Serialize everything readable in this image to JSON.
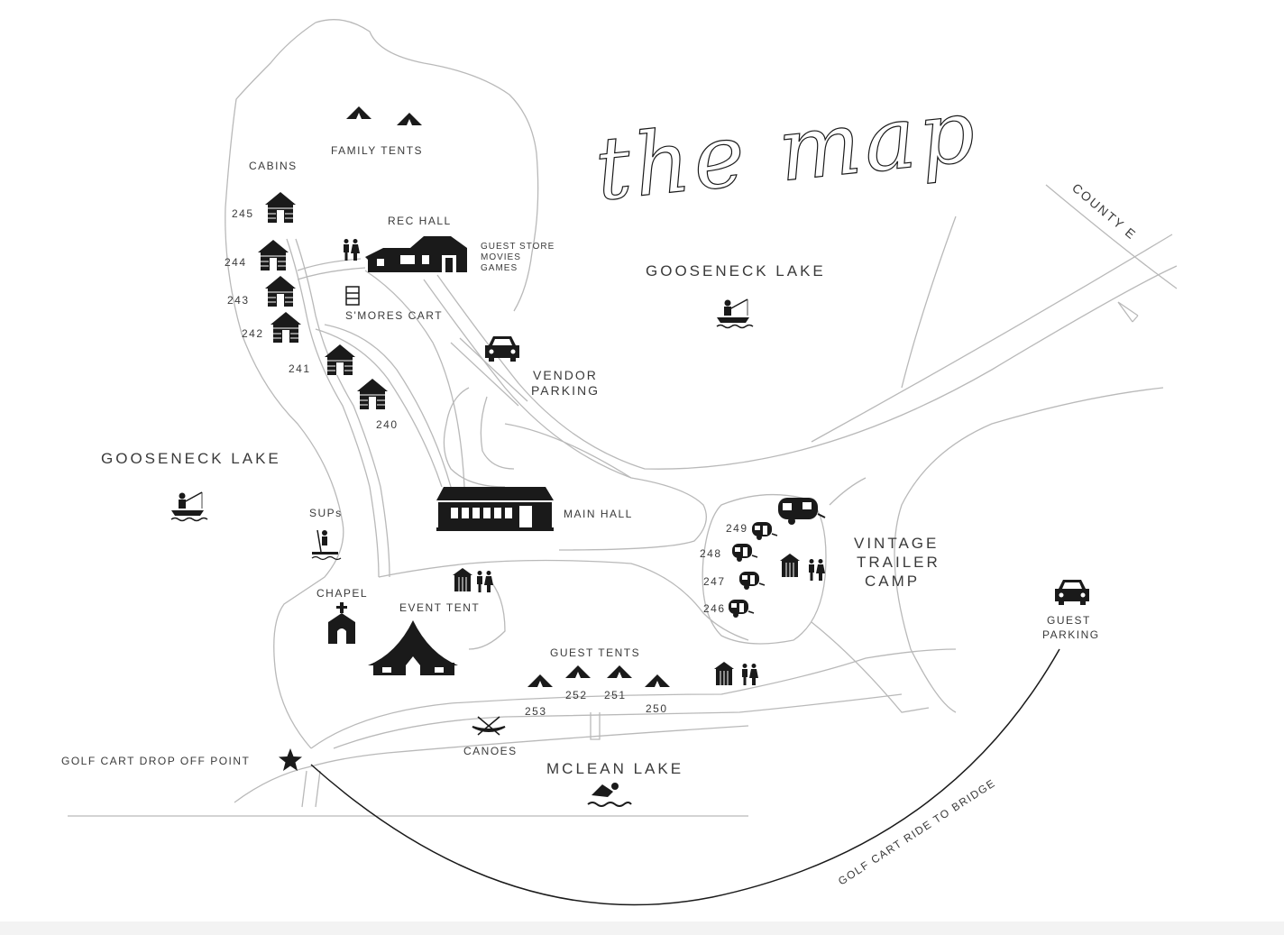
{
  "title": "the map",
  "labels": {
    "family_tents": "FAMILY TENTS",
    "cabins": "CABINS",
    "rec_hall": "REC HALL",
    "guest_store": "GUEST STORE",
    "movies": "MOVIES",
    "games": "GAMES",
    "smores_cart": "S'MORES CART",
    "vendor_parking_1": "VENDOR",
    "vendor_parking_2": "PARKING",
    "gooseneck_lake_east": "GOOSENECK LAKE",
    "gooseneck_lake_west": "GOOSENECK LAKE",
    "county_road": "COUNTY E",
    "main_hall": "MAIN HALL",
    "sups": "SUPs",
    "chapel": "CHAPEL",
    "event_tent": "EVENT TENT",
    "guest_tents": "GUEST TENTS",
    "vintage_1": "VINTAGE",
    "vintage_2": "TRAILER",
    "vintage_3": "CAMP",
    "guest_parking_1": "GUEST",
    "guest_parking_2": "PARKING",
    "canoes": "CANOES",
    "mclean_lake": "MCLEAN LAKE",
    "golf_cart_drop": "GOLF CART DROP OFF POINT",
    "golf_cart_ride": "GOLF CART RIDE TO BRIDGE"
  },
  "cabins": [
    "245",
    "244",
    "243",
    "242",
    "241",
    "240"
  ],
  "trailers": [
    "249",
    "248",
    "247",
    "246"
  ],
  "guest_tent_numbers": [
    "253",
    "252",
    "251",
    "250"
  ],
  "icons": [
    "tent-icon",
    "cabin-icon",
    "restroom-icon",
    "building-icon",
    "car-icon",
    "fisherman-icon",
    "paddleboard-icon",
    "chapel-icon",
    "big-tent-icon",
    "trailer-icon",
    "canoe-icon",
    "swimmer-icon",
    "star-icon",
    "shed-icon",
    "cart-icon"
  ],
  "colors": {
    "ink": "#1a1a1a",
    "road": "#b9b9b9",
    "text": "#3a3a3a"
  }
}
